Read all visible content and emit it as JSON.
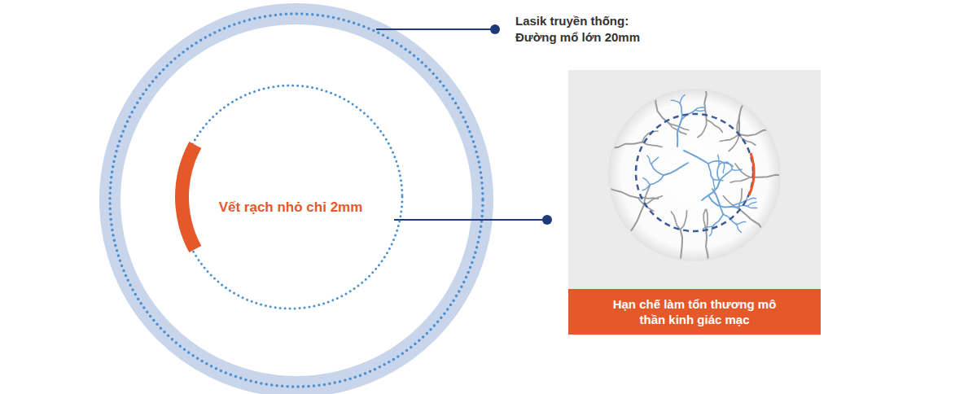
{
  "diagram": {
    "nodes": [
      {
        "text": [
          "Vết rạch nhỏ chỉ 2mm"
        ]
      },
      {
        "text": [
          "Hạn chế làm tổn thương mô thần kinh giác mạc"
        ]
      }
    ],
    "labels": [
      "Lasik truyền thống: Đường mổ lớn 20mm"
    ]
  }
}
